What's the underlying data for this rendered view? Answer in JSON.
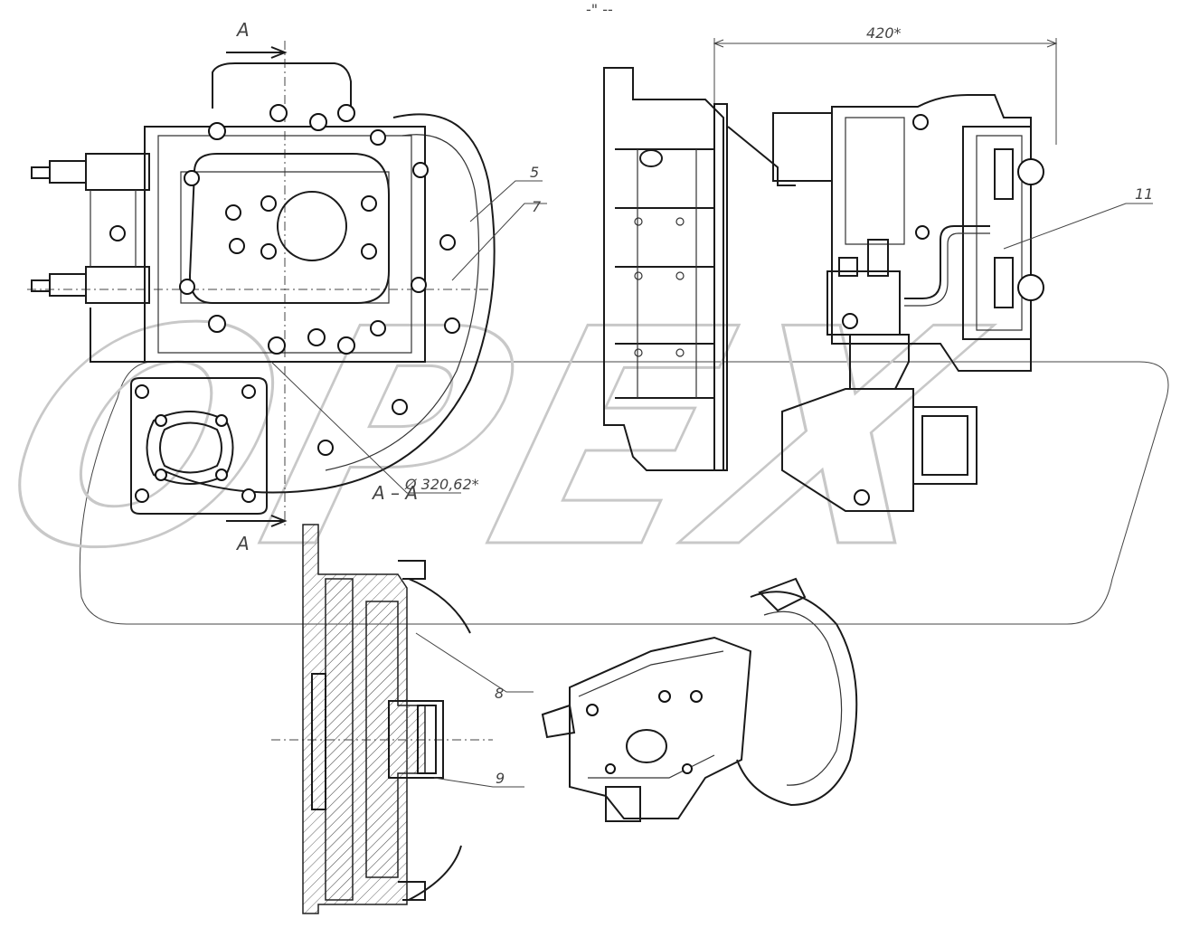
{
  "header": {
    "caption": "-\" -- "
  },
  "labels": {
    "section_top": "A",
    "section_bottom": "A",
    "section_ref": "A – A",
    "diameter": "Ø 320,62*",
    "dimension_width": "420*",
    "callout_5": "5",
    "callout_7": "7",
    "callout_11": "11",
    "callout_8": "8",
    "callout_9": "9"
  },
  "watermark": {
    "text": "OPEX"
  },
  "colors": {
    "line": "#1a1a1a",
    "watermark": "#c8c8c8",
    "background": "#ffffff"
  }
}
